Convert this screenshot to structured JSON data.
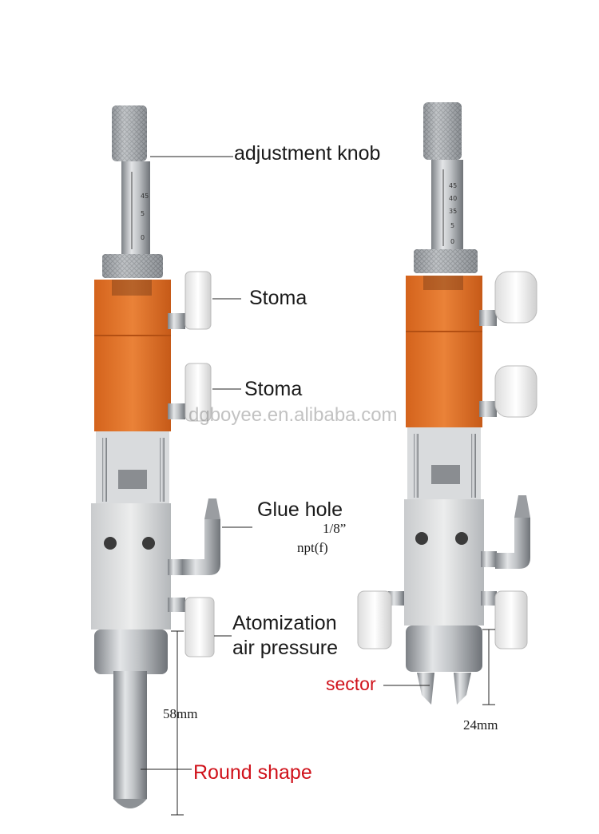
{
  "labels": {
    "adjustment_knob": "adjustment knob",
    "stoma_top": "Stoma",
    "stoma_bottom": "Stoma",
    "glue_hole": "Glue hole",
    "thread_size": "1/8”",
    "thread_type": "npt(f)",
    "atomization_line1": "Atomization",
    "atomization_line2": "air pressure",
    "sector": "sector",
    "round_shape": "Round shape",
    "dim_left": "58mm",
    "dim_right": "24mm",
    "watermark": "dgboyee.en.alibaba.com"
  },
  "scale_marks": [
    "0",
    "5",
    "35",
    "40",
    "45"
  ],
  "colors": {
    "orange_body": "#e0742b",
    "red_label": "#d0121b",
    "steel": "#b9bcbf"
  }
}
